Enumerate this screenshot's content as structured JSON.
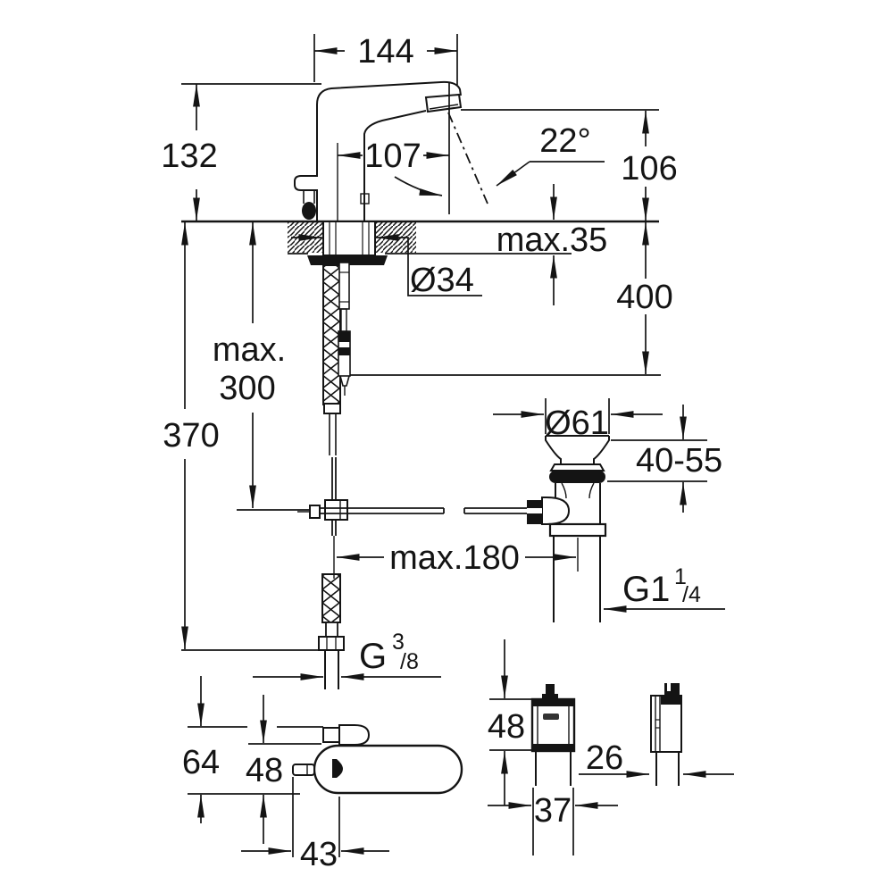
{
  "drawing": {
    "type": "faucet-installation-technical-drawing",
    "colors": {
      "line": "#141414",
      "background": "#ffffff"
    },
    "dims": {
      "spout_width": "144",
      "body_height": "132",
      "spout_reach": "107",
      "stream_angle": "22°",
      "outlet_height": "106",
      "deck_thickness_max": "max.35",
      "shank_diameter": "Ø34",
      "hose_drop": "400",
      "rod_max_label": "max.",
      "rod_max_value": "300",
      "supply_length": "370",
      "waste_flange_diameter": "Ø61",
      "waste_deck_range": "40-55",
      "rod_reach_max": "max.180",
      "waste_thread_base": "G1",
      "waste_thread_sup": "1",
      "waste_thread_sub": "/4",
      "supply_thread_base": "G",
      "supply_thread_sup": "3",
      "supply_thread_sub": "/8",
      "base_depth_total": "64",
      "base_depth": "48",
      "sensor_offset": "43",
      "box_height": "48",
      "box_width": "37",
      "box_depth": "26"
    }
  }
}
